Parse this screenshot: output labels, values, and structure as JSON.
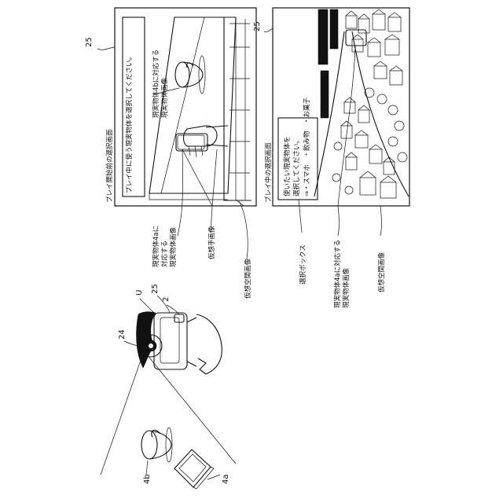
{
  "top_screen": {
    "ref": "25",
    "heading": "プレイ開始前の選択画面",
    "prompt": "プレイ中に使う現実物体を選択してください。",
    "label_4b": [
      "現実物体4bに対応する",
      "現実物体画像"
    ],
    "label_4a": [
      "現実物体4aに",
      "対応する",
      "現実物体画像"
    ],
    "label_hand": "仮想手画像",
    "label_space": "仮想空間画像"
  },
  "bottom_screen": {
    "ref": "25",
    "heading": "プレイ中の選択画面",
    "box_text": [
      "使いたい現実物体を",
      "選択してください。",
      "⇒・スマホ　・飲み物　・お菓子"
    ],
    "label_box": "選択ボックス",
    "label_4a": [
      "現実物体4aに対応する",
      "現実物体画像"
    ],
    "label_space": "仮想空間画像"
  },
  "user_figure": {
    "ref_user": "U",
    "ref_hmd": "25",
    "ref_2": "2",
    "ref_camera": "24",
    "ref_cup": "4b",
    "ref_phone": "4a"
  },
  "icons": [
    "coffee-cup-icon",
    "smartphone-icon",
    "hand-icon",
    "town-icon",
    "user-with-hmd-icon",
    "camera-icon"
  ]
}
